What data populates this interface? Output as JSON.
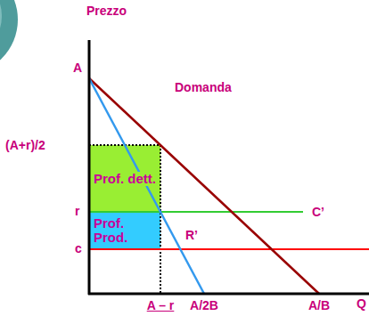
{
  "diagram": {
    "nodes": [
      {
        "text": [
          "Prof. dett."
        ]
      },
      {
        "text": [
          "Prof. Prod."
        ]
      }
    ],
    "labels": [
      "Prezzo",
      "A",
      "Domanda",
      "(A+r)/2",
      "r",
      "C’",
      "c",
      "R’",
      "Q",
      "A – r",
      "A/2B",
      "A/B"
    ]
  }
}
